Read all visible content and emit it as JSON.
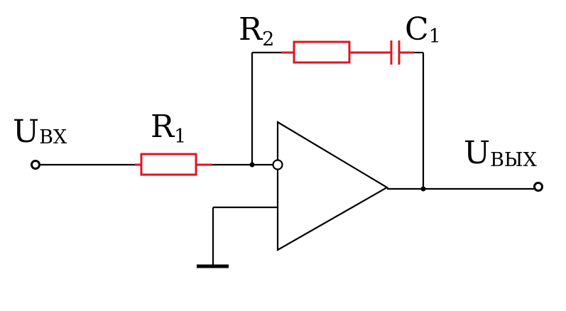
{
  "labels": {
    "input": {
      "main": "U",
      "sub": "ВХ"
    },
    "output": {
      "main": "U",
      "sub": "ВЫХ"
    },
    "r1": {
      "main": "R",
      "sub": "1"
    },
    "r2": {
      "main": "R",
      "sub": "2"
    },
    "c1": {
      "main": "C",
      "sub": "1"
    }
  },
  "colors": {
    "wire": "#000000",
    "component": "#e0141e",
    "background": "#ffffff"
  }
}
